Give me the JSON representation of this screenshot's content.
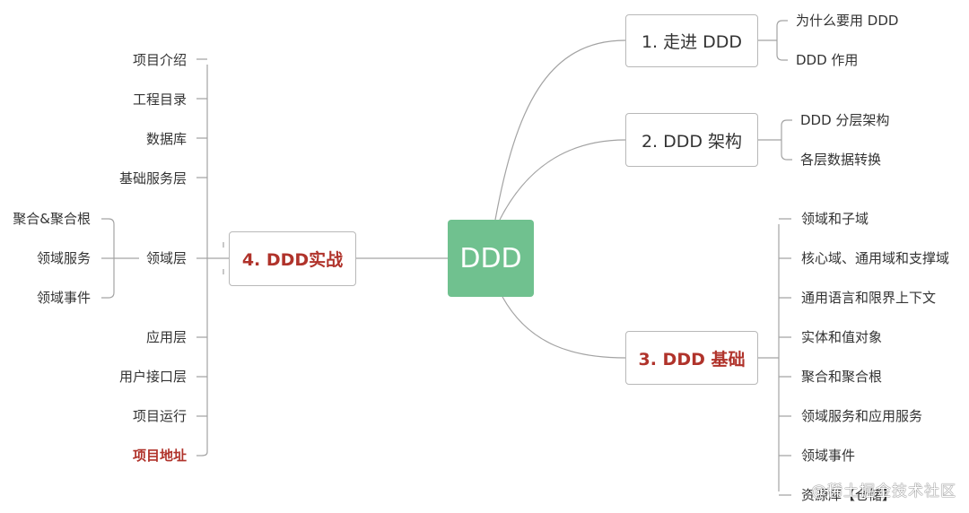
{
  "root": {
    "label": "DDD"
  },
  "branch1": {
    "title": "1. 走进 DDD",
    "children": [
      "为什么要用 DDD",
      "DDD 作用"
    ]
  },
  "branch2": {
    "title": "2. DDD 架构",
    "children": [
      "DDD 分层架构",
      "各层数据转换"
    ]
  },
  "branch3": {
    "title": "3. DDD 基础",
    "children": [
      "领域和子域",
      "核心域、通用域和支撑域",
      "通用语言和限界上下文",
      "实体和值对象",
      "聚合和聚合根",
      "领域服务和应用服务",
      "领域事件",
      "资源库【仓储】"
    ]
  },
  "branch4": {
    "title": "4. DDD实战",
    "children": [
      "项目介绍",
      "工程目录",
      "数据库",
      "基础服务层",
      "领域层",
      "应用层",
      "用户接口层",
      "项目运行",
      "项目地址"
    ],
    "domain_layer_children": [
      "聚合&聚合根",
      "领域服务",
      "领域事件"
    ]
  },
  "watermark": "@稀土掘金技术社区",
  "colors": {
    "root_fill": "#70c18f",
    "highlight_text": "#b0332b",
    "connector": "#9a9a9a"
  }
}
